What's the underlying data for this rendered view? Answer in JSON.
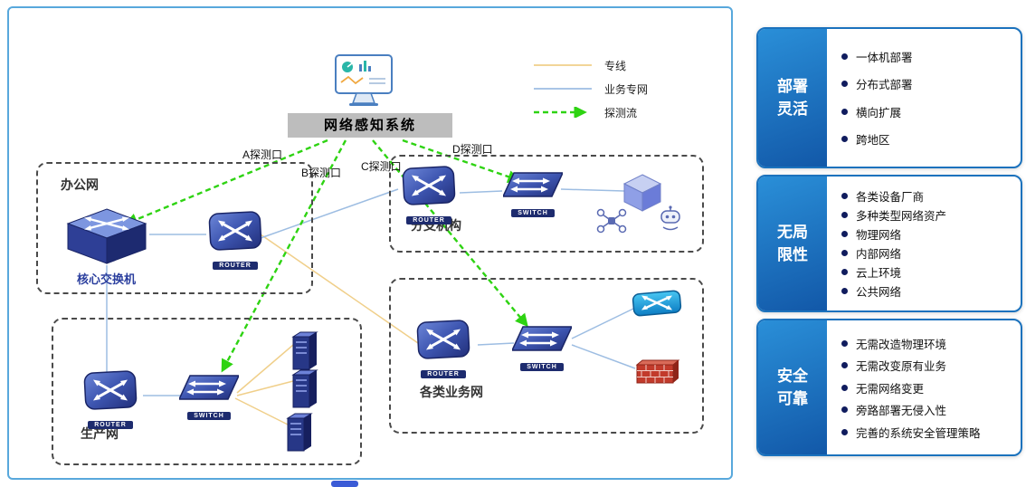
{
  "diagram": {
    "title": "网络感知系统",
    "legend": [
      {
        "label": "专线"
      },
      {
        "label": "业务专网"
      },
      {
        "label": "探测流"
      }
    ],
    "ports": [
      "A探测口",
      "B探测口",
      "C探测口",
      "D探测口"
    ],
    "zones": {
      "office": {
        "name": "办公网",
        "core_switch_label": "核心交换机"
      },
      "branch": {
        "name": "分支机构"
      },
      "production": {
        "name": "生产网"
      },
      "business": {
        "name": "各类业务网"
      }
    },
    "device_labels": {
      "router": "ROUTER",
      "switch": "SWITCH"
    },
    "colors": {
      "probe_green": "#2ed312",
      "dedicated_yellow": "#f0cf8a",
      "business_blue": "#9dbde2",
      "panel_blue": "#1b72bd"
    }
  },
  "panels": [
    {
      "title": "部署灵活",
      "items": [
        "一体机部署",
        "分布式部署",
        "横向扩展",
        "跨地区"
      ]
    },
    {
      "title": "无局限性",
      "items": [
        "各类设备厂商",
        "多种类型网络资产",
        "物理网络",
        "内部网络",
        "云上环境",
        "公共网络"
      ]
    },
    {
      "title": "安全可靠",
      "items": [
        "无需改造物理环境",
        "无需改变原有业务",
        "无需网络变更",
        "旁路部署无侵入性",
        "完善的系统安全管理策略"
      ]
    }
  ]
}
